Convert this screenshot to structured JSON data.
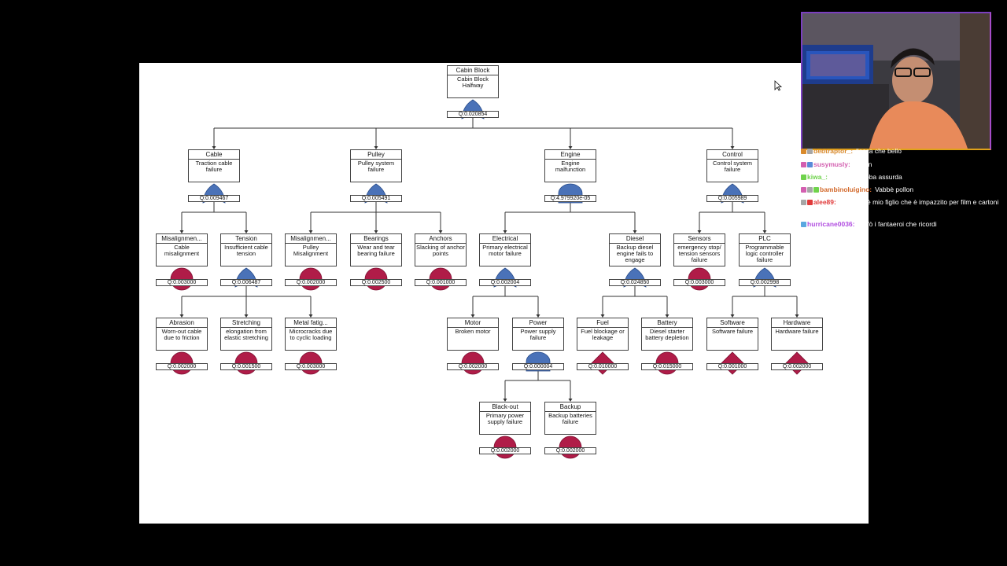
{
  "nodes": [
    {
      "id": "root",
      "title": "Cabin Block",
      "desc": "Cabin Block Halfway",
      "q": "Q:0.020854",
      "gate": "or"
    },
    {
      "id": "cable",
      "title": "Cable",
      "desc": "Traction cable failure",
      "q": "Q:0.009467",
      "gate": "or"
    },
    {
      "id": "pulley",
      "title": "Pulley",
      "desc": "Pulley system failure",
      "q": "Q:0.005491",
      "gate": "or"
    },
    {
      "id": "engine",
      "title": "Engine",
      "desc": "Engine malfunction",
      "q": "Q:4.979920e-05",
      "gate": "and"
    },
    {
      "id": "control",
      "title": "Control",
      "desc": "Control system failure",
      "q": "Q:0.005989",
      "gate": "or"
    },
    {
      "id": "mis1",
      "title": "Misalignmen...",
      "desc": "Cable misalignment",
      "q": "Q:0.003000",
      "gate": "basic"
    },
    {
      "id": "tension",
      "title": "Tension",
      "desc": "Insufficient cable tension",
      "q": "Q:0.006487",
      "gate": "or"
    },
    {
      "id": "mis2",
      "title": "Misalignmen...",
      "desc": "Pulley Misalignment",
      "q": "Q:0.002000",
      "gate": "basic"
    },
    {
      "id": "bearings",
      "title": "Bearings",
      "desc": "Wear and tear bearing failure",
      "q": "Q:0.002500",
      "gate": "basic"
    },
    {
      "id": "anchors",
      "title": "Anchors",
      "desc": "Slacking of anchor points",
      "q": "Q:0.001000",
      "gate": "basic"
    },
    {
      "id": "electrical",
      "title": "Electrical",
      "desc": "Primary electrical motor failure",
      "q": "Q:0.002004",
      "gate": "or"
    },
    {
      "id": "diesel",
      "title": "Diesel",
      "desc": "Backup diesel engine fails to engage",
      "q": "Q:0.024850",
      "gate": "or"
    },
    {
      "id": "sensors",
      "title": "Sensors",
      "desc": "emergency stop/ tension sensors failure",
      "q": "Q:0.003000",
      "gate": "basic"
    },
    {
      "id": "plc",
      "title": "PLC",
      "desc": "Programmable logic controller failure",
      "q": "Q:0.002998",
      "gate": "or"
    },
    {
      "id": "abrasion",
      "title": "Abrasion",
      "desc": "Worn-out cable due to friction",
      "q": "Q:0.002000",
      "gate": "basic"
    },
    {
      "id": "stretching",
      "title": "Stretching",
      "desc": "elongation from elastic stretching",
      "q": "Q:0.001500",
      "gate": "basic"
    },
    {
      "id": "metal",
      "title": "Metal fatig...",
      "desc": "Microcracks due to cyclic loading",
      "q": "Q:0.003000",
      "gate": "basic"
    },
    {
      "id": "motor",
      "title": "Motor",
      "desc": "Broken motor",
      "q": "Q:0.002000",
      "gate": "basic"
    },
    {
      "id": "power",
      "title": "Power",
      "desc": "Power supply failure",
      "q": "Q:0.000004",
      "gate": "and"
    },
    {
      "id": "fuel",
      "title": "Fuel",
      "desc": "Fuel blockage or leakage",
      "q": "Q:0.010000",
      "gate": "undeveloped"
    },
    {
      "id": "battery",
      "title": "Battery",
      "desc": "Diesel starter battery depletion",
      "q": "Q:0.015000",
      "gate": "basic"
    },
    {
      "id": "software",
      "title": "Software",
      "desc": "Software failure",
      "q": "Q:0.001000",
      "gate": "undeveloped"
    },
    {
      "id": "hardware",
      "title": "Hardware",
      "desc": "Hardware failure",
      "q": "Q:0.002000",
      "gate": "undeveloped"
    },
    {
      "id": "blackout",
      "title": "Black-out",
      "desc": "Primary power supply failure",
      "q": "Q:0.002000",
      "gate": "basic"
    },
    {
      "id": "backup",
      "title": "Backup",
      "desc": "Backup batteries failure",
      "q": "Q:0.002000",
      "gate": "basic"
    }
  ],
  "edges": [
    [
      "root",
      "cable"
    ],
    [
      "root",
      "pulley"
    ],
    [
      "root",
      "engine"
    ],
    [
      "root",
      "control"
    ],
    [
      "cable",
      "mis1"
    ],
    [
      "cable",
      "tension"
    ],
    [
      "pulley",
      "mis2"
    ],
    [
      "pulley",
      "bearings"
    ],
    [
      "pulley",
      "anchors"
    ],
    [
      "engine",
      "electrical"
    ],
    [
      "engine",
      "diesel"
    ],
    [
      "control",
      "sensors"
    ],
    [
      "control",
      "plc"
    ],
    [
      "tension",
      "abrasion"
    ],
    [
      "tension",
      "stretching"
    ],
    [
      "tension",
      "metal"
    ],
    [
      "electrical",
      "motor"
    ],
    [
      "electrical",
      "power"
    ],
    [
      "diesel",
      "fuel"
    ],
    [
      "diesel",
      "battery"
    ],
    [
      "plc",
      "software"
    ],
    [
      "plc",
      "hardware"
    ],
    [
      "power",
      "blackout"
    ],
    [
      "power",
      "backup"
    ]
  ],
  "chat": [
    {
      "user": "debtraptor_",
      "text": "l'occa che bello",
      "color": "#d98a2c"
    },
    {
      "user": "susymusly",
      "text": "Pollon",
      "color": "#d35fb0"
    },
    {
      "user": "kiwa_",
      "text": "pollon che roba assurda",
      "color": "#6fd34c"
    },
    {
      "user": "bambinoluigino",
      "text": "Vabbè pollon",
      "color": "#d36a2c"
    },
    {
      "user": "alee89",
      "text": "scooby c'è mio figlio che è impazzito per film e cartoni",
      "color": "#e03a3a"
    },
    {
      "user": "hurricane0036",
      "text": "Mafò i fantaeroi che ricordi",
      "color": "#b04ce0"
    }
  ],
  "colors": {
    "or_gate": "#4a72b8",
    "basic_event": "#b01c48",
    "webcam_border": "#7b3fbf",
    "background": "#000000"
  }
}
